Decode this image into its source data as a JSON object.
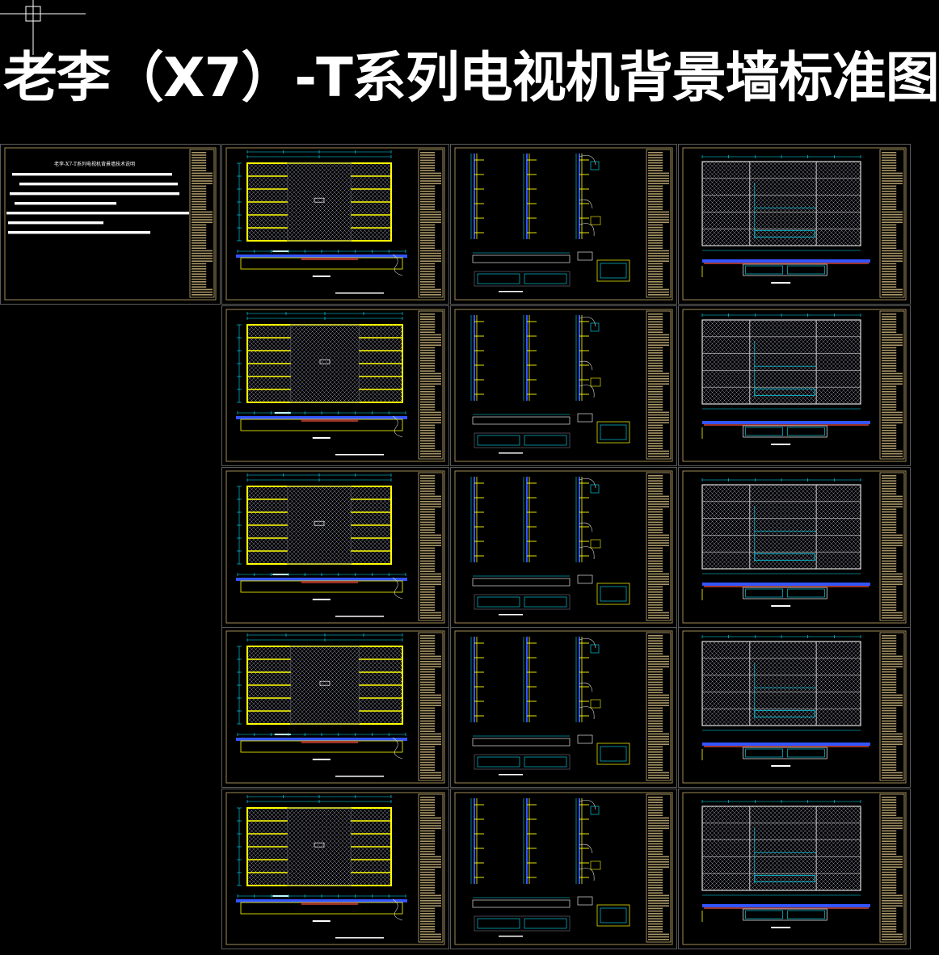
{
  "title": "老李（X7）-T系列电视机背景墙标准图",
  "cover_sheet": {
    "heading": "老李-X7-T系列电视机背景墙技术说明"
  },
  "colors": {
    "background": "#000000",
    "frame": "#a08a56",
    "title_block": "#c8b27a",
    "wall_outline": "#ffff00",
    "dimension": "#00e5ff",
    "section_line": "#3355ff",
    "grid": "#555566",
    "text": "#ffffff"
  },
  "layout_rows": 5,
  "sheet_types": [
    "cover",
    "elevation",
    "details",
    "plan"
  ],
  "icons": [
    "crosshair-cursor-icon"
  ]
}
